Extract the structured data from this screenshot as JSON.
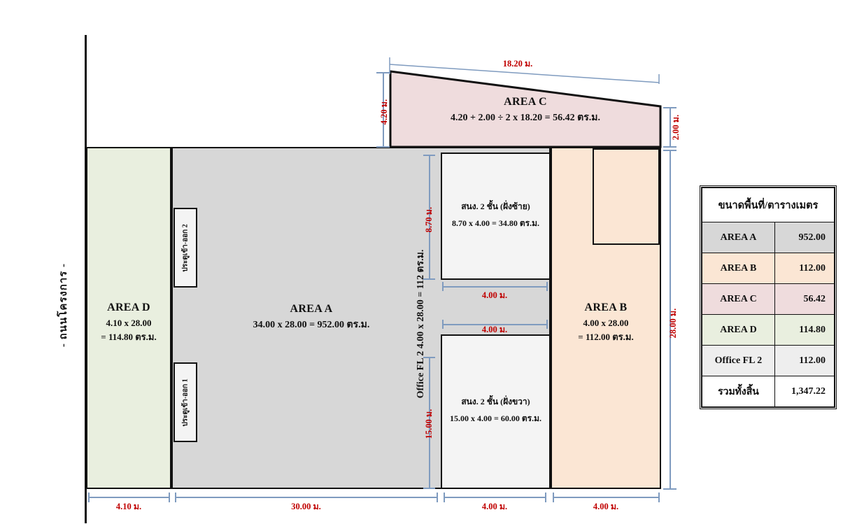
{
  "title_label": "- ถนนโครงการ -",
  "areas": {
    "a": {
      "name": "AREA A",
      "calc": "34.00 x 28.00 = 952.00 ตร.ม.",
      "fill": "#d7d7d7"
    },
    "b": {
      "name": "AREA B",
      "calc_line1": "4.00 x 28.00",
      "calc_line2": "= 112.00 ตร.ม.",
      "fill": "#fbe6d4"
    },
    "c": {
      "name": "AREA C",
      "calc": "4.20 + 2.00 ÷ 2 x 18.20 = 56.42 ตร.ม.",
      "fill": "#efdcdd"
    },
    "d": {
      "name": "AREA D",
      "calc_line1": "4.10 x 28.00",
      "calc_line2": "= 114.80 ตร.ม.",
      "fill": "#e9efdf"
    }
  },
  "office_vertical_label": "Office FL 2 4.00 x 28.00 = 112 ตร.ม.",
  "doors": {
    "door2": "ประตูเข้า-ออก 2",
    "door1": "ประตูเข้า-ออก 1"
  },
  "rooms": {
    "left": {
      "title": "สนง. 2 ชั้น (ฝั่งซ้าย)",
      "calc": "8.70 x 4.00 = 34.80 ตร.ม."
    },
    "right": {
      "title": "สนง. 2 ชั้น (ฝั่งขวา)",
      "calc": "15.00 x 4.00 = 60.00 ตร.ม."
    }
  },
  "dimensions": {
    "top_c_width": "18.20 ม.",
    "c_left_height": "4.20 ม.",
    "c_right_height": "2.00 ม.",
    "right_height": "28.00 ม.",
    "room_left_height": "8.70 ม.",
    "room_right_height": "15.00 ม.",
    "room_top_width": "4.00 ม.",
    "room_bottom_width": "4.00 ม.",
    "bottom": [
      "4.10 ม.",
      "30.00 ม.",
      "4.00 ม.",
      "4.00 ม."
    ]
  },
  "legend": {
    "header": "ขนาดพื้นที่/ตารางเมตร",
    "rows": [
      {
        "name": "AREA A",
        "value": "952.00",
        "cls": "rw-a"
      },
      {
        "name": "AREA B",
        "value": "112.00",
        "cls": "rw-b"
      },
      {
        "name": "AREA C",
        "value": "56.42",
        "cls": "rw-c"
      },
      {
        "name": "AREA D",
        "value": "114.80",
        "cls": "rw-d"
      },
      {
        "name": "Office FL 2",
        "value": "112.00",
        "cls": "rw-o"
      },
      {
        "name": "รวมทั้งสิ้น",
        "value": "1,347.22",
        "cls": "rw-t"
      }
    ]
  },
  "colors": {
    "dimension_text": "#c00000",
    "dimension_line": "#7f9bbf",
    "outline": "#111111"
  }
}
